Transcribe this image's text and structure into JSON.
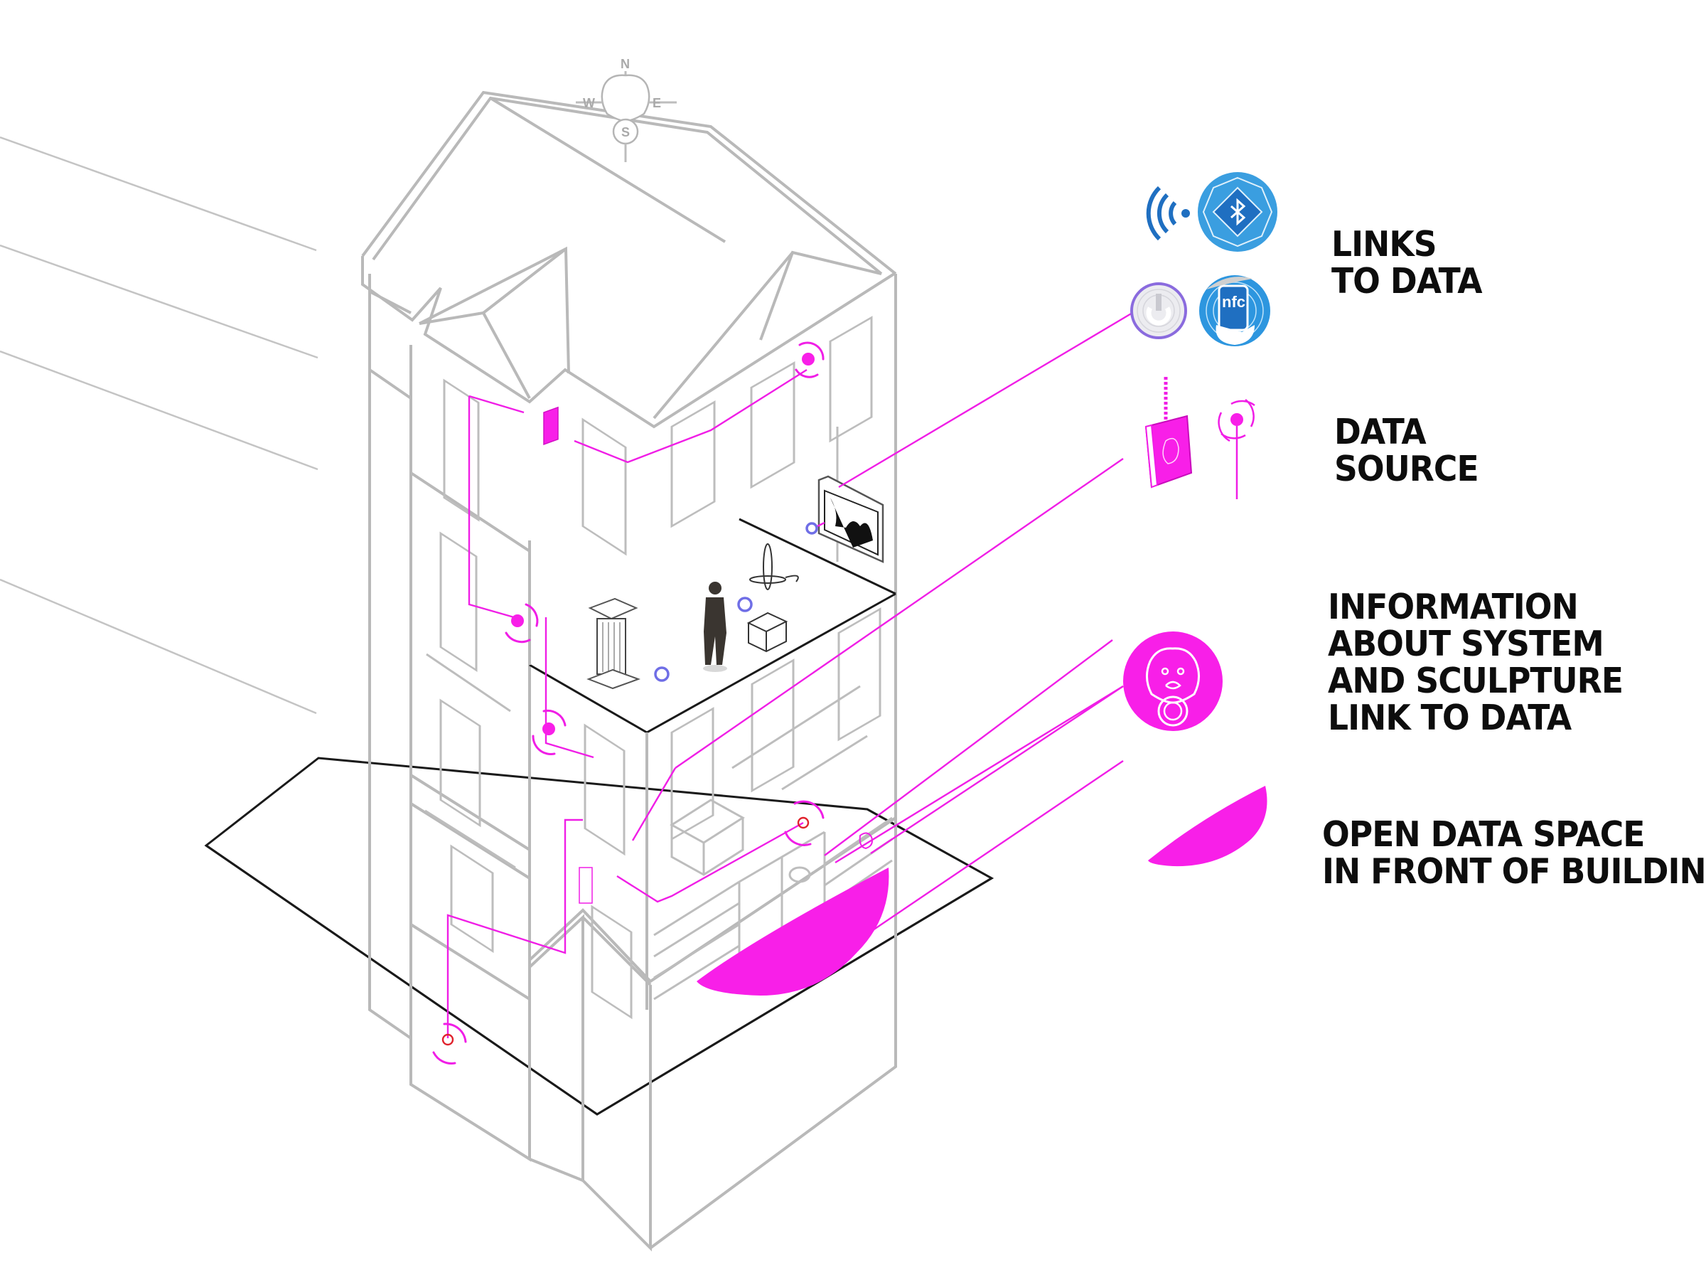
{
  "diagram": {
    "compass": {
      "north": "N",
      "south": "S",
      "east": "E",
      "west": "W"
    },
    "legend": [
      {
        "id": "links",
        "lines": [
          "LINKS",
          "TO DATA"
        ],
        "icons": [
          "wifi-signal-icon",
          "bluetooth-icon",
          "rfid-tag-icon",
          "nfc-sticker-icon"
        ]
      },
      {
        "id": "source",
        "lines": [
          "DATA",
          "SOURCE"
        ],
        "icons": [
          "data-source-device-icon",
          "signal-antenna-icon"
        ]
      },
      {
        "id": "info",
        "lines": [
          "INFORMATION",
          "ABOUT SYSTEM",
          "AND SCULPTURE",
          "LINK TO DATA"
        ],
        "icons": [
          "lion-knocker-icon"
        ]
      },
      {
        "id": "open",
        "lines": [
          "OPEN DATA SPACE",
          "IN FRONT OF BUILDIN"
        ],
        "icons": [
          "open-space-shape-icon"
        ]
      }
    ],
    "nfc_text": "nfc",
    "colors": {
      "accent": "#f81fe8",
      "structure": "#b9b9b9",
      "ground": "#1a1a1a",
      "links_blue": "#1f6fc1",
      "ring_blue": "#6f6ee6"
    }
  }
}
